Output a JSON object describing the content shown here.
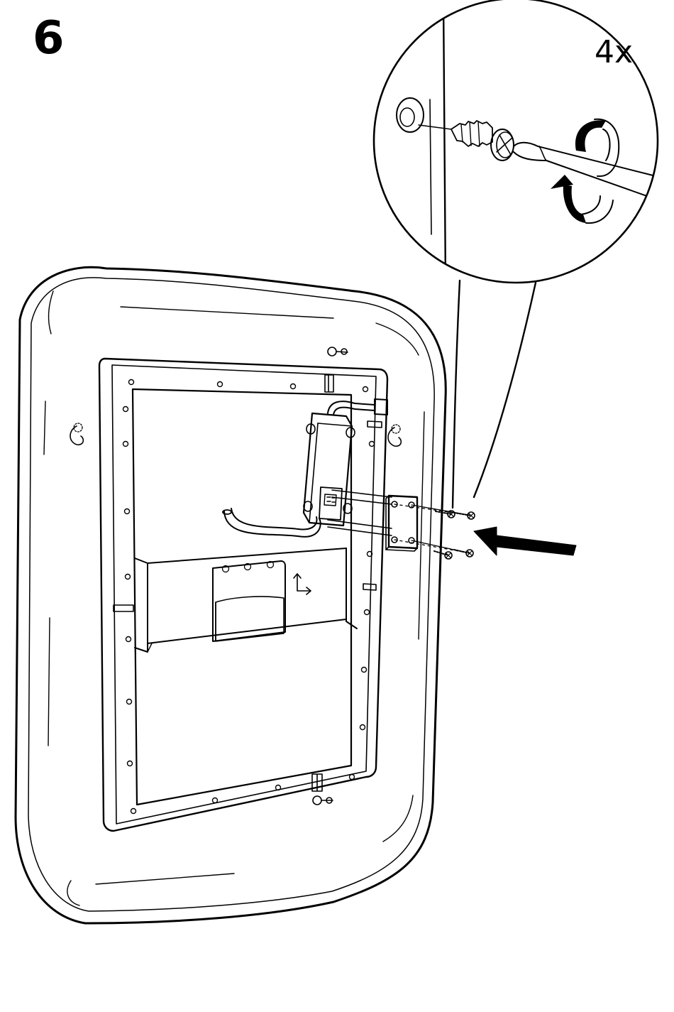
{
  "step": {
    "number": "6"
  },
  "detail": {
    "quantity": "4x"
  },
  "colors": {
    "line": "#000000",
    "background": "#ffffff"
  },
  "icons": [
    "mirror-back-panel",
    "mounting-bracket",
    "screw",
    "screwdriver",
    "rotate-arrow",
    "insert-arrow",
    "transformer-box"
  ]
}
